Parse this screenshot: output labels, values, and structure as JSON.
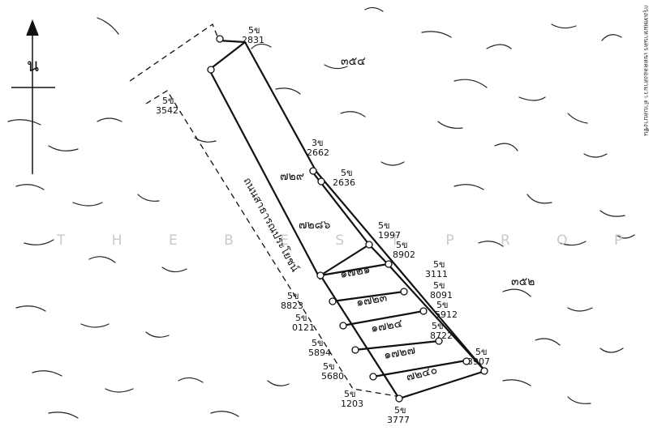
{
  "north_symbol": "น",
  "watermark": "T H E   B E S T   P R O P E R T Y",
  "road_label": "ถนนสาธารณประโยชน์",
  "margin_text": "กรุงเทพมหานคร เขตคลองสามวา ตำบลบางชัน",
  "parcel_labels": {
    "top_right": "๓๕๔",
    "right_mid": "๓๕๒",
    "mid": "๗๒๙",
    "long_strip": "๗๒๘๖",
    "p1": "๑๗๒๑",
    "p2": "๑๗๒๓",
    "p3": "๑๗๒๔",
    "p4": "๑๗๒๗",
    "p5": "๗๒๔๐"
  },
  "boundary_marks": {
    "m2831": {
      "prefix": "5ข",
      "number": "2831"
    },
    "m3542": {
      "prefix": "5ข",
      "number": "3542"
    },
    "m2662": {
      "prefix": "3ข",
      "number": "2662"
    },
    "m2636": {
      "prefix": "5ข",
      "number": "2636"
    },
    "m1997": {
      "prefix": "5ข",
      "number": "1997"
    },
    "m8902": {
      "prefix": "5ข",
      "number": "8902"
    },
    "m3111": {
      "prefix": "5ข",
      "number": "3111"
    },
    "m8091": {
      "prefix": "5ข",
      "number": "8091"
    },
    "m5912": {
      "prefix": "5ข",
      "number": "5912"
    },
    "m8722": {
      "prefix": "5ข",
      "number": "8722"
    },
    "m3907": {
      "prefix": "5ข",
      "number": "3907"
    },
    "m8823": {
      "prefix": "5ข",
      "number": "8823"
    },
    "m0121": {
      "prefix": "5ข",
      "number": "0121"
    },
    "m5894": {
      "prefix": "5ข",
      "number": "5894"
    },
    "m5680": {
      "prefix": "5ข",
      "number": "5680"
    },
    "m1203": {
      "prefix": "5ข",
      "number": "1203"
    },
    "m3777": {
      "prefix": "5ข",
      "number": "3777"
    }
  }
}
